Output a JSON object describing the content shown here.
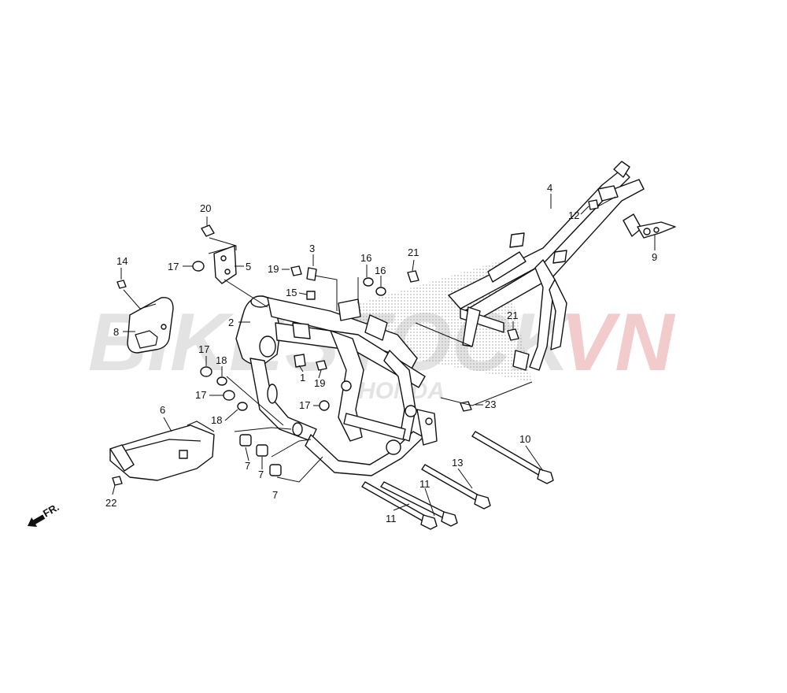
{
  "watermark": {
    "prefix": "BIKE",
    "middle": "STOCK",
    "suffix": "VN",
    "sub": "HONDA",
    "color_gray": "#e3e3e3",
    "color_red": "#f2cccc"
  },
  "direction_marker": {
    "label": "FR.",
    "icon": "arrow-left-down-icon"
  },
  "callouts": [
    {
      "id": "c1",
      "label": "1"
    },
    {
      "id": "c2",
      "label": "2"
    },
    {
      "id": "c3",
      "label": "3"
    },
    {
      "id": "c4",
      "label": "4"
    },
    {
      "id": "c5",
      "label": "5"
    },
    {
      "id": "c6",
      "label": "6"
    },
    {
      "id": "c7a",
      "label": "7"
    },
    {
      "id": "c7b",
      "label": "7"
    },
    {
      "id": "c7c",
      "label": "7"
    },
    {
      "id": "c8",
      "label": "8"
    },
    {
      "id": "c9",
      "label": "9"
    },
    {
      "id": "c10",
      "label": "10"
    },
    {
      "id": "c11a",
      "label": "11"
    },
    {
      "id": "c11b",
      "label": "11"
    },
    {
      "id": "c12",
      "label": "12"
    },
    {
      "id": "c13",
      "label": "13"
    },
    {
      "id": "c14",
      "label": "14"
    },
    {
      "id": "c15",
      "label": "15"
    },
    {
      "id": "c16a",
      "label": "16"
    },
    {
      "id": "c16b",
      "label": "16"
    },
    {
      "id": "c17a",
      "label": "17"
    },
    {
      "id": "c17b",
      "label": "17"
    },
    {
      "id": "c17c",
      "label": "17"
    },
    {
      "id": "c17d",
      "label": "17"
    },
    {
      "id": "c18a",
      "label": "18"
    },
    {
      "id": "c18b",
      "label": "18"
    },
    {
      "id": "c19a",
      "label": "19"
    },
    {
      "id": "c19b",
      "label": "19"
    },
    {
      "id": "c20",
      "label": "20"
    },
    {
      "id": "c21a",
      "label": "21"
    },
    {
      "id": "c21b",
      "label": "21"
    },
    {
      "id": "c22",
      "label": "22"
    },
    {
      "id": "c23",
      "label": "23"
    }
  ]
}
